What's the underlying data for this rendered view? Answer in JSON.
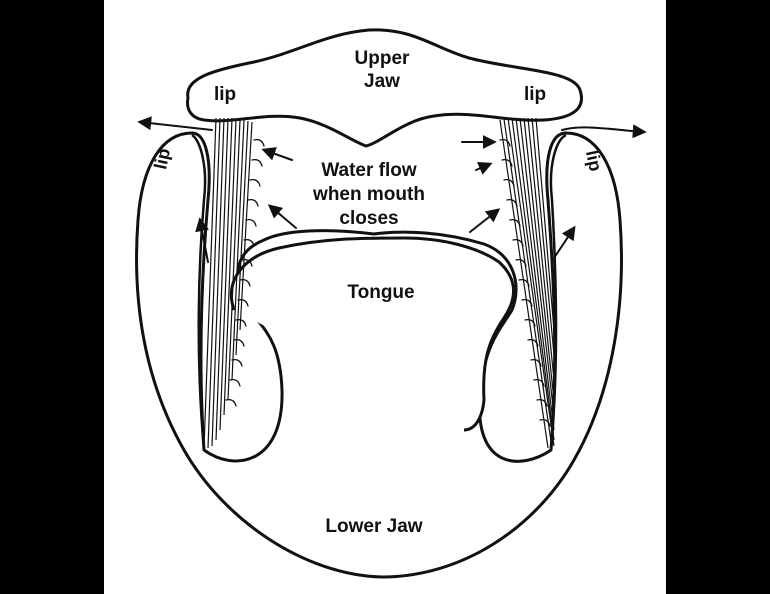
{
  "colors": {
    "background": "#000000",
    "panel": "#ffffff",
    "ink": "#111111"
  },
  "labels": {
    "upper_jaw_line1": "Upper",
    "upper_jaw_line2": "Jaw",
    "lip_upper_left": "lip",
    "lip_upper_right": "lip",
    "lip_lower_left": "lip",
    "lip_lower_right": "lip",
    "water_flow_line1": "Water flow",
    "water_flow_line2": "when mouth",
    "water_flow_line3": "closes",
    "tongue": "Tongue",
    "lower_jaw": "Lower Jaw"
  }
}
